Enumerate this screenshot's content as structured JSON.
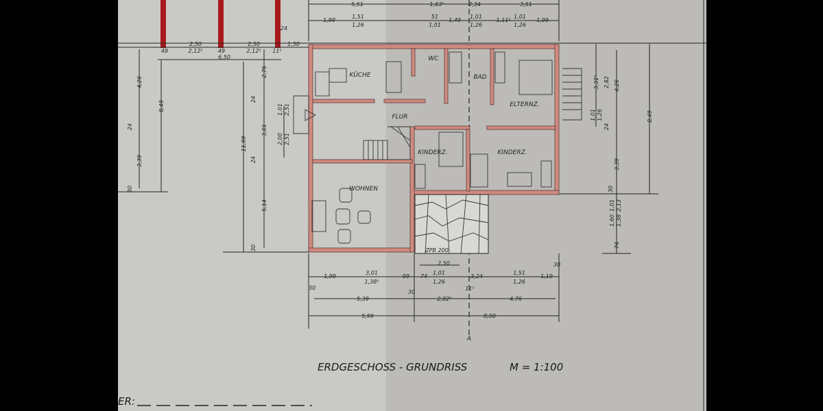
{
  "title": "ERDGESCHOSS - GRUNDRISS",
  "scale": "M = 1:100",
  "field_label": "ER:",
  "colors": {
    "paper": "#c9c9c6",
    "paper_fold": "#b9b8b4",
    "wall": "#cf8a80",
    "garage_post": "#a8191c",
    "ink": "#222222"
  },
  "rooms": [
    {
      "label": "KÜCHE"
    },
    {
      "label": "WC"
    },
    {
      "label": "BAD"
    },
    {
      "label": "ELTERNZ."
    },
    {
      "label": "FLUR"
    },
    {
      "label": "KINDERZ."
    },
    {
      "label": "KINDERZ."
    },
    {
      "label": "WOHNEN"
    }
  ],
  "terrace_label": "ZPB 200",
  "section_marker": "A",
  "dimensions": {
    "top": [
      "5,51",
      "1,63⁵",
      "2,34",
      "3,51",
      "1,99",
      "1,51",
      "1,26",
      "51",
      "1,01",
      "1,49",
      "1,01",
      "1,26",
      "1,11⁵",
      "1,01",
      "1,26",
      "1,99"
    ],
    "garage": [
      "2,50",
      "2,12⁵",
      "2,50",
      "2,12⁵",
      "49",
      "49",
      "11⁵",
      "1,50",
      "6,50",
      "24"
    ],
    "left": [
      "4,26",
      "24",
      "3,39",
      "30",
      "8,49",
      "11,99",
      "2,76",
      "24",
      "3,01",
      "24",
      "5,14",
      "30",
      "1,01",
      "2,51",
      "2,00",
      "2,51"
    ],
    "right": [
      "3,31⁵",
      "2,82",
      "4,26",
      "1,01",
      "1,26",
      "24",
      "3,39",
      "8,49",
      "30",
      "1,01",
      "2,13",
      "1,60",
      "1,38",
      "74"
    ],
    "bottom": [
      "2,50",
      "1,99",
      "3,01",
      "1,38⁵",
      "99",
      "74",
      "1,01",
      "1,26",
      "3,24",
      "1,51",
      "1,26",
      "1,19",
      "30",
      "30",
      "5,39",
      "30",
      "2,82⁵",
      "11⁵",
      "4,76",
      "5,99",
      "8,00"
    ]
  }
}
